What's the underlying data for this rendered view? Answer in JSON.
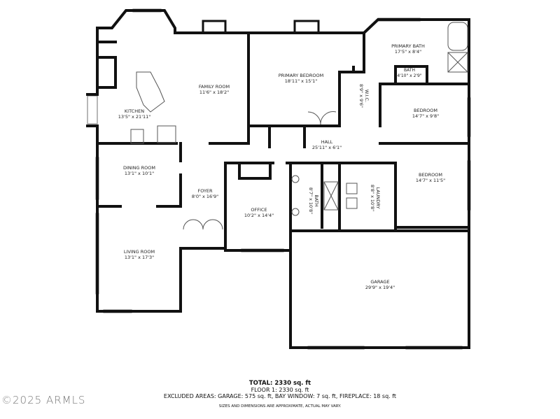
{
  "rooms": {
    "kitchen": {
      "name": "KITCHEN",
      "size": "13'5\" x 21'11\""
    },
    "family_room": {
      "name": "FAMILY ROOM",
      "size": "11'6\" x 18'2\""
    },
    "primary_bedroom": {
      "name": "PRIMARY BEDROOM",
      "size": "18'11\" x 15'1\""
    },
    "primary_bath": {
      "name": "PRIMARY BATH",
      "size": "17'5\" x 8'4\""
    },
    "bath_small": {
      "name": "BATH",
      "size": "4'10\" x 2'9\""
    },
    "wic": {
      "name": "W.I.C.",
      "size": "8'9\" x 9'6\""
    },
    "bedroom_1": {
      "name": "BEDROOM",
      "size": "14'7\" x 9'8\""
    },
    "hall": {
      "name": "HALL",
      "size": "25'11\" x 6'1\""
    },
    "dining_room": {
      "name": "DINING ROOM",
      "size": "13'1\" x 10'1\""
    },
    "foyer": {
      "name": "FOYER",
      "size": "8'0\" x 16'9\""
    },
    "office": {
      "name": "OFFICE",
      "size": "10'2\" x 14'4\""
    },
    "bath_2": {
      "name": "BATH",
      "size": "8'7\" x 10'8\""
    },
    "laundry": {
      "name": "LAUNDRY",
      "size": "8'8\" x 10'8\""
    },
    "bedroom_2": {
      "name": "BEDROOM",
      "size": "14'7\" x 11'5\""
    },
    "living_room": {
      "name": "LIVING ROOM",
      "size": "13'1\" x 17'3\""
    },
    "garage": {
      "name": "GARAGE",
      "size": "29'9\" x 19'4\""
    }
  },
  "summary": {
    "total": "TOTAL: 2330 sq. ft",
    "floor1": "FLOOR 1: 2330 sq. ft",
    "excluded": "EXCLUDED AREAS: GARAGE: 575 sq. ft, BAY WINDOW: 7 sq. ft, FIREPLACE: 18 sq. ft",
    "disclaimer": "SIZES AND DIMENSIONS ARE APPROXIMATE, ACTUAL MAY VARY."
  },
  "watermark": "©2025 ARMLS"
}
